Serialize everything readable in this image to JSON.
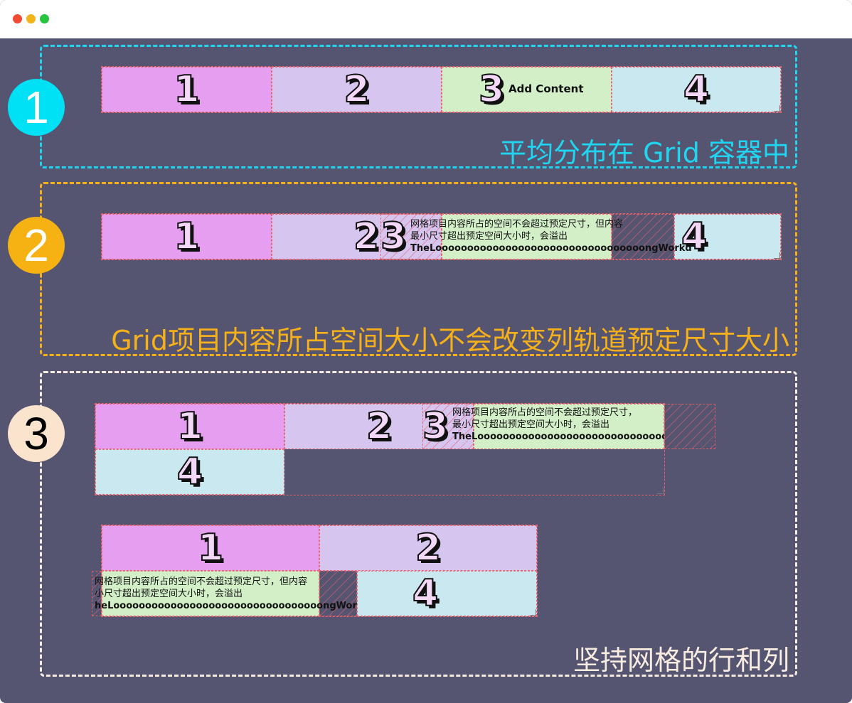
{
  "window": {
    "controls": [
      "close",
      "minimize",
      "maximize"
    ]
  },
  "colors": {
    "section1": "#1fd5f0",
    "section2": "#f5b01a",
    "section3": "#f8ece0",
    "item1": "#e59ef0",
    "item2": "#d6c6ef",
    "item3": "#d2efc8",
    "item4": "#c9e8f0"
  },
  "sections": [
    {
      "badge": "1",
      "caption": "平均分布在 Grid 容器中"
    },
    {
      "badge": "2",
      "caption": "Grid项目内容所占空间大小不会改变列轨道预定尺寸大小"
    },
    {
      "badge": "3",
      "caption": "坚持网格的行和列"
    }
  ],
  "items": {
    "n1": "1",
    "n2": "2",
    "n3": "3",
    "n4": "4"
  },
  "add_content": "Add Content",
  "overflow": {
    "line1": "网格项目内容所占的空间不会超过预定尺寸，但内容",
    "line2": "最小尺寸超出预定空间大小时，会溢出",
    "line3": "TheLooooooooooooooooooooooooooooooooongWorkd",
    "line1_b": "网格项目内容所占的空间不会超过预定尺寸，",
    "line2_b": "最小尺寸超出预定空间大小时，会溢出",
    "line3_b": "TheLoooooooooooooooooooooooooooooooo",
    "line1_c": "网格项目内容所占的空间不会超过预定尺寸，但内容",
    "line2_c": "小尺寸超出预定空间大小时，会溢出",
    "line3_c": "heLooooooooooooooooooooooooooooooooongWorkd"
  }
}
